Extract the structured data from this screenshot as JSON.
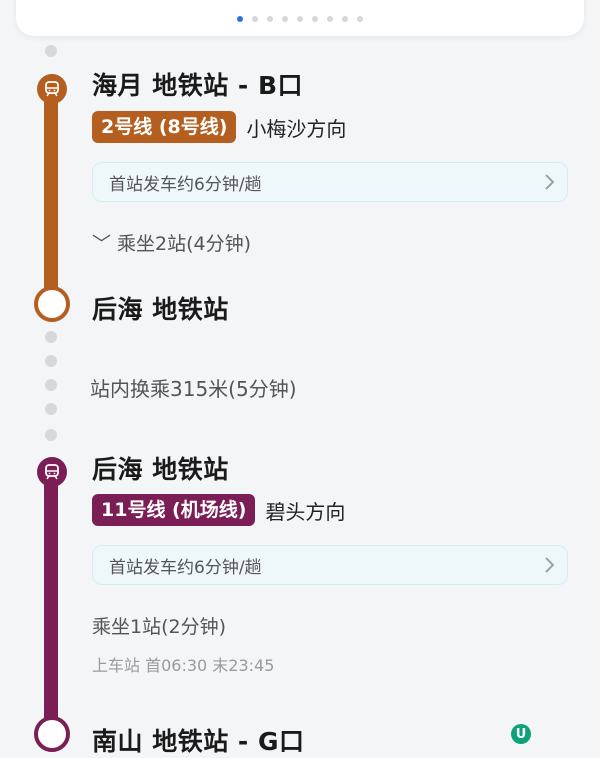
{
  "pager": {
    "count": 9,
    "active": 0
  },
  "segments": [
    {
      "station": "海月 地铁站 - B口",
      "line_badge": "2号线 (8号线)",
      "line_color": "#b45f20",
      "direction": "小梅沙方向",
      "frequency": "首站发车约6分钟/趟",
      "ride": "﹀ 乘坐2站(4分钟)"
    },
    {
      "station": "后海 地铁站"
    },
    {
      "transfer": "站内换乘315米(5分钟)"
    },
    {
      "station": "后海 地铁站",
      "line_badge": "11号线 (机场线)",
      "line_color": "#7a1e55",
      "direction": "碧头方向",
      "frequency": "首站发车约6分钟/趟",
      "ride": "乘坐1站(2分钟)",
      "times": "上车站 首06:30  末23:45"
    },
    {
      "station": "南山 地铁站 - G口"
    }
  ],
  "icons": {
    "metro": "metro-train-icon",
    "chevron": "chevron-right-icon",
    "logo": "brand-logo-icon"
  },
  "logo_text": "U"
}
